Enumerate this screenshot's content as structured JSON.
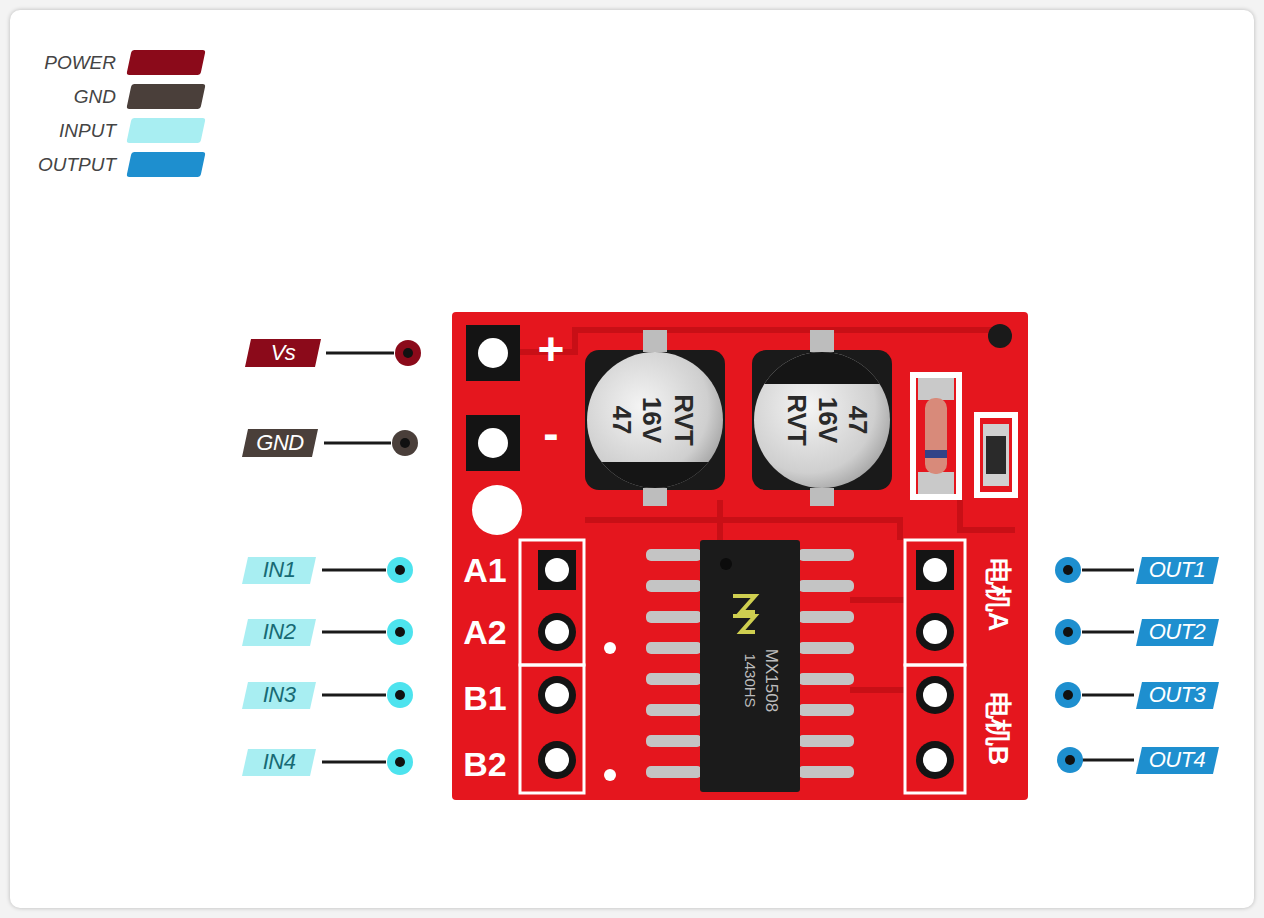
{
  "diagram": {
    "nodes": [
      {
        "text": [
          "Vs"
        ]
      },
      {
        "text": [
          "GND"
        ]
      },
      {
        "text": [
          "IN1"
        ]
      },
      {
        "text": [
          "IN2"
        ]
      },
      {
        "text": [
          "IN3"
        ]
      },
      {
        "text": [
          "IN4"
        ]
      },
      {
        "text": [
          "OUT1"
        ]
      },
      {
        "text": [
          "OUT2"
        ]
      },
      {
        "text": [
          "OUT3"
        ]
      },
      {
        "text": [
          "OUT4"
        ]
      }
    ],
    "labels": [
      "+",
      "-",
      "47",
      "16V",
      "RVT",
      "47",
      "16V",
      "RVT",
      "A1",
      "A2",
      "B1",
      "B2",
      "MX1508",
      "1430HS",
      "电机A",
      "电机B"
    ],
    "legend": [
      {
        "text": "POWER",
        "color": "#8b0a1a"
      },
      {
        "text": "GND",
        "color": "#4a3f3a"
      },
      {
        "text": "INPUT",
        "color": "#a8eef2"
      },
      {
        "text": "OUTPUT",
        "color": "#1e8fcf"
      }
    ]
  }
}
